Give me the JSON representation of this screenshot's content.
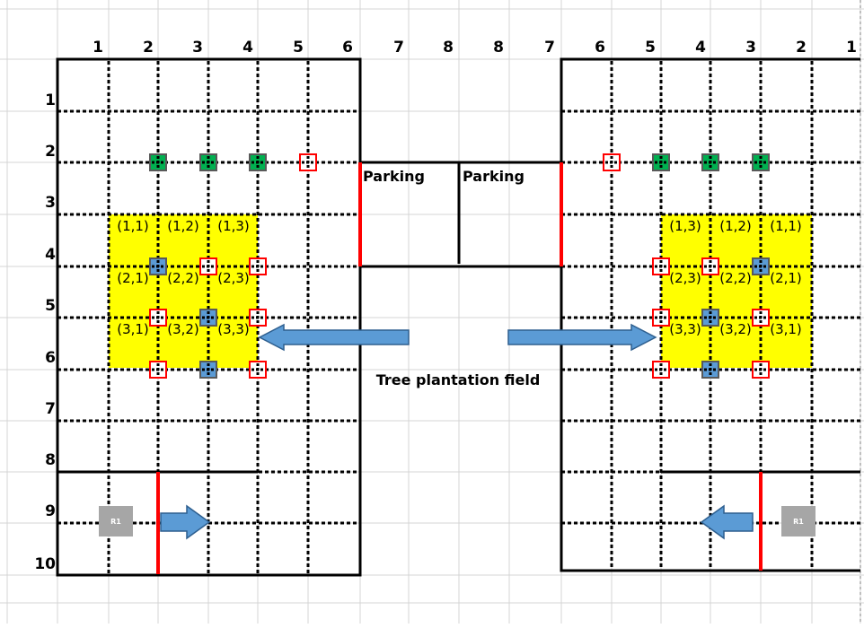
{
  "top_axis": [
    "1",
    "2",
    "3",
    "4",
    "5",
    "6",
    "7",
    "8",
    "8",
    "7",
    "6",
    "5",
    "4",
    "3",
    "2",
    "1"
  ],
  "left_axis": [
    "1",
    "2",
    "3",
    "4",
    "5",
    "6",
    "7",
    "8",
    "9",
    "10"
  ],
  "parking_labels": [
    "Parking",
    "Parking"
  ],
  "field_label": "Tree plantation field",
  "left_cell_labels": [
    "(1,1)",
    "(1,2)",
    "(1,3)",
    "(2,1)",
    "(2,2)",
    "(2,3)",
    "(3,1)",
    "(3,2)",
    "(3,3)"
  ],
  "right_cell_labels": [
    "(1,3)",
    "(1,2)",
    "(1,1)",
    "(2,3)",
    "(2,2)",
    "(2,1)",
    "(3,3)",
    "(3,2)",
    "(3,1)"
  ],
  "robot_labels": [
    "R1",
    "R1"
  ],
  "colors": {
    "grid_line": "#d4d4d4",
    "yellow_zone": "#ffff00",
    "green_marker": "#00b050",
    "blue_marker": "#5b9bd5",
    "red_outline": "#ff0000",
    "arrow_fill": "#5b9bd5",
    "arrow_stroke": "#2e5f8f",
    "robot_box": "#a6a6a6"
  }
}
